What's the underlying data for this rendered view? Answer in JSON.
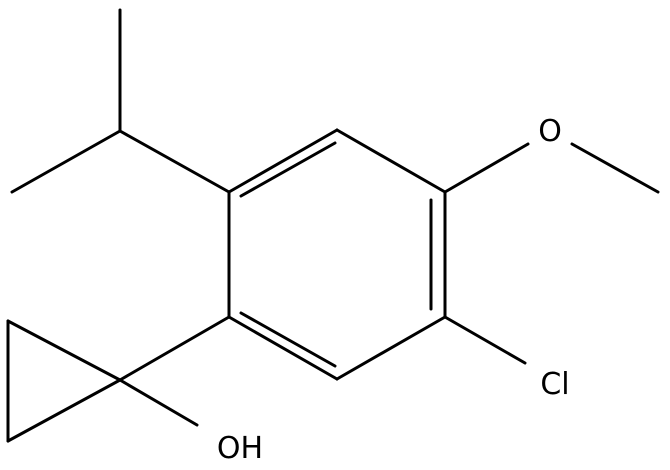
{
  "diagram": {
    "atom_labels": {
      "methoxy_oxygen": "O",
      "chlorine": "Cl",
      "hydroxyl": "OH"
    },
    "colors": {
      "bond": "#000000",
      "text": "#000000",
      "background": "#ffffff"
    }
  }
}
